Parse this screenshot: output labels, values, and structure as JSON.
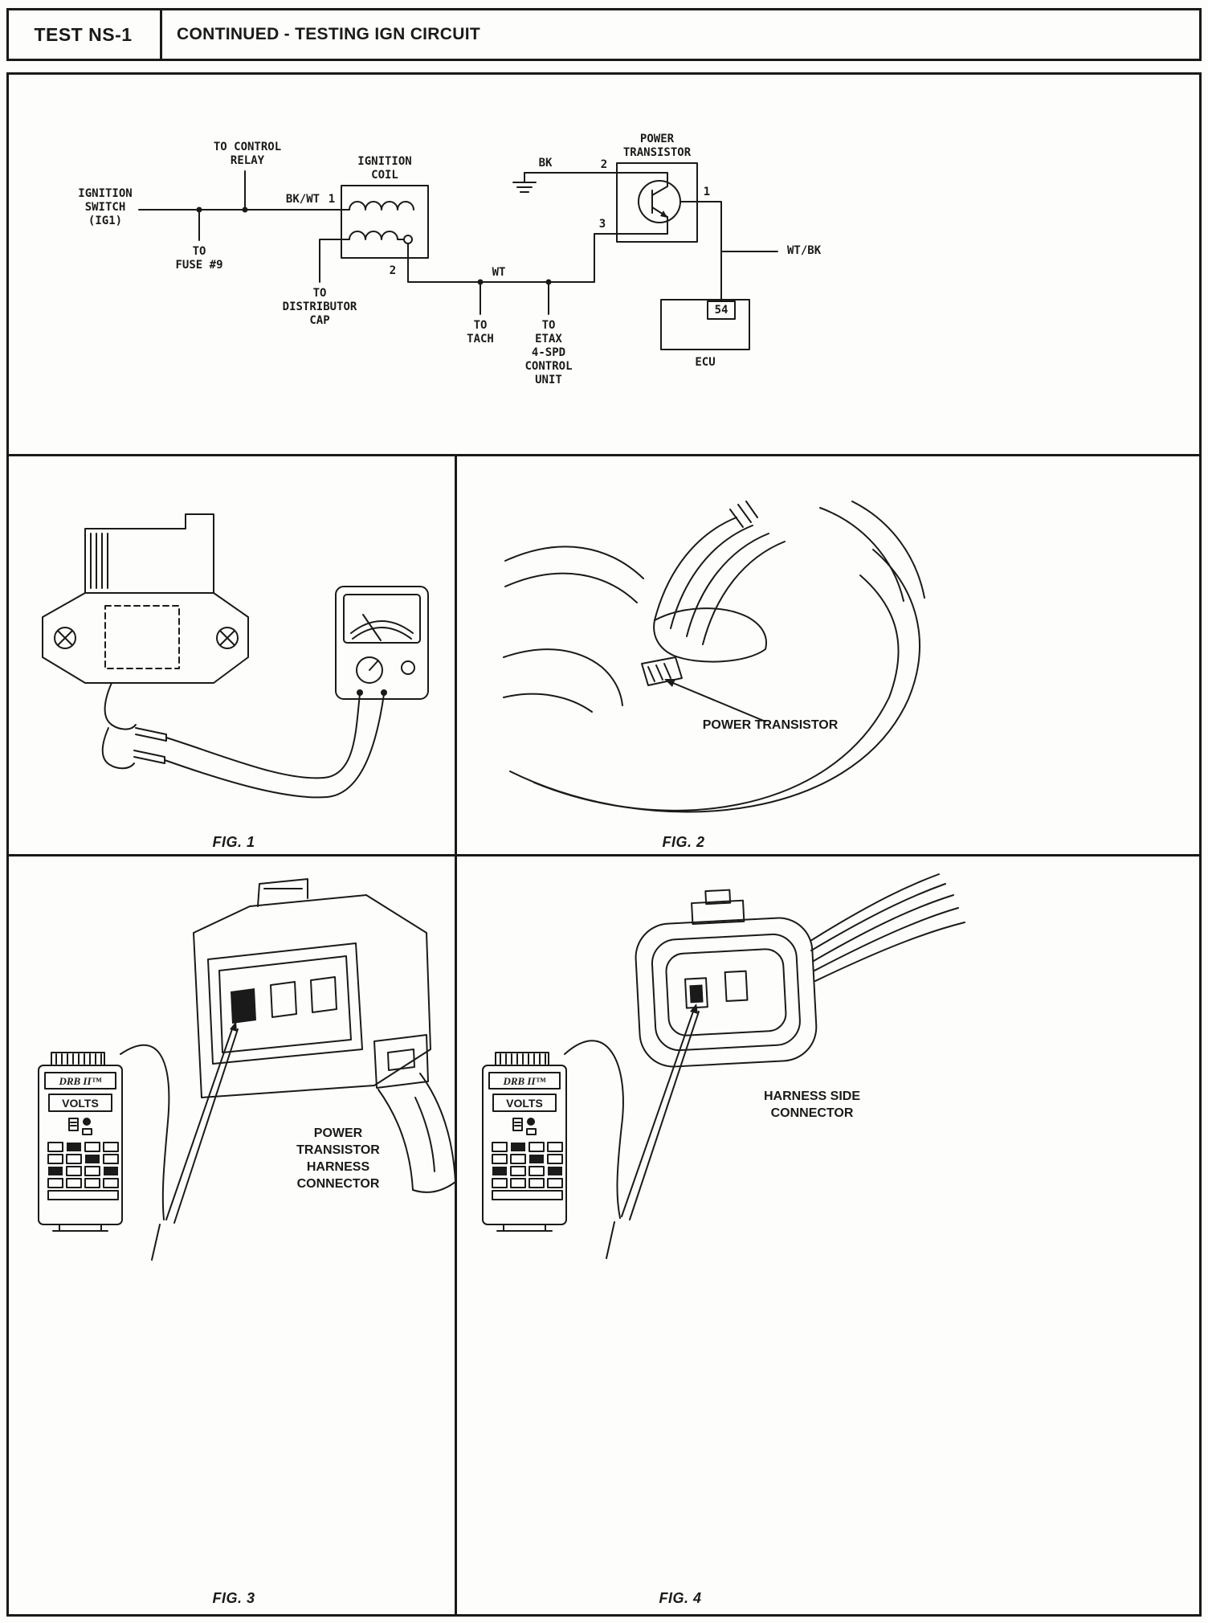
{
  "colors": {
    "ink": "#1a1a1a",
    "paper": "#fdfdfb"
  },
  "header": {
    "test_id": "TEST NS-1",
    "title": "CONTINUED - TESTING IGN CIRCUIT"
  },
  "schematic": {
    "ignition_switch_label": "IGNITION\nSWITCH\n(IG1)",
    "to_control_relay_label": "TO CONTROL\nRELAY",
    "to_fuse_label": "TO\nFUSE #9",
    "wire_bk_wt": "BK/WT",
    "coil_pin_1": "1",
    "ignition_coil_label": "IGNITION\nCOIL",
    "coil_pin_2": "2",
    "to_distributor_label": "TO\nDISTRIBUTOR\nCAP",
    "wire_wt": "WT",
    "to_tach_label": "TO\nTACH",
    "to_etax_label": "TO\nETAX\n4-SPD\nCONTROL\nUNIT",
    "power_transistor_label": "POWER\nTRANSISTOR",
    "wire_bk": "BK",
    "transistor_pin_2": "2",
    "transistor_pin_3": "3",
    "transistor_pin_1": "1",
    "wire_wt_bk": "WT/BK",
    "ecu_pin": "54",
    "ecu_label": "ECU"
  },
  "figures": {
    "fig1": {
      "caption": "FIG. 1"
    },
    "fig2": {
      "caption": "FIG. 2",
      "callout": "POWER TRANSISTOR"
    },
    "fig3": {
      "caption": "FIG. 3",
      "callout": "POWER TRANSISTOR\nHARNESS CONNECTOR",
      "tester_brand": "DRB II™",
      "tester_mode": "VOLTS"
    },
    "fig4": {
      "caption": "FIG. 4",
      "callout": "HARNESS SIDE\nCONNECTOR",
      "tester_brand": "DRB II™",
      "tester_mode": "VOLTS"
    }
  }
}
